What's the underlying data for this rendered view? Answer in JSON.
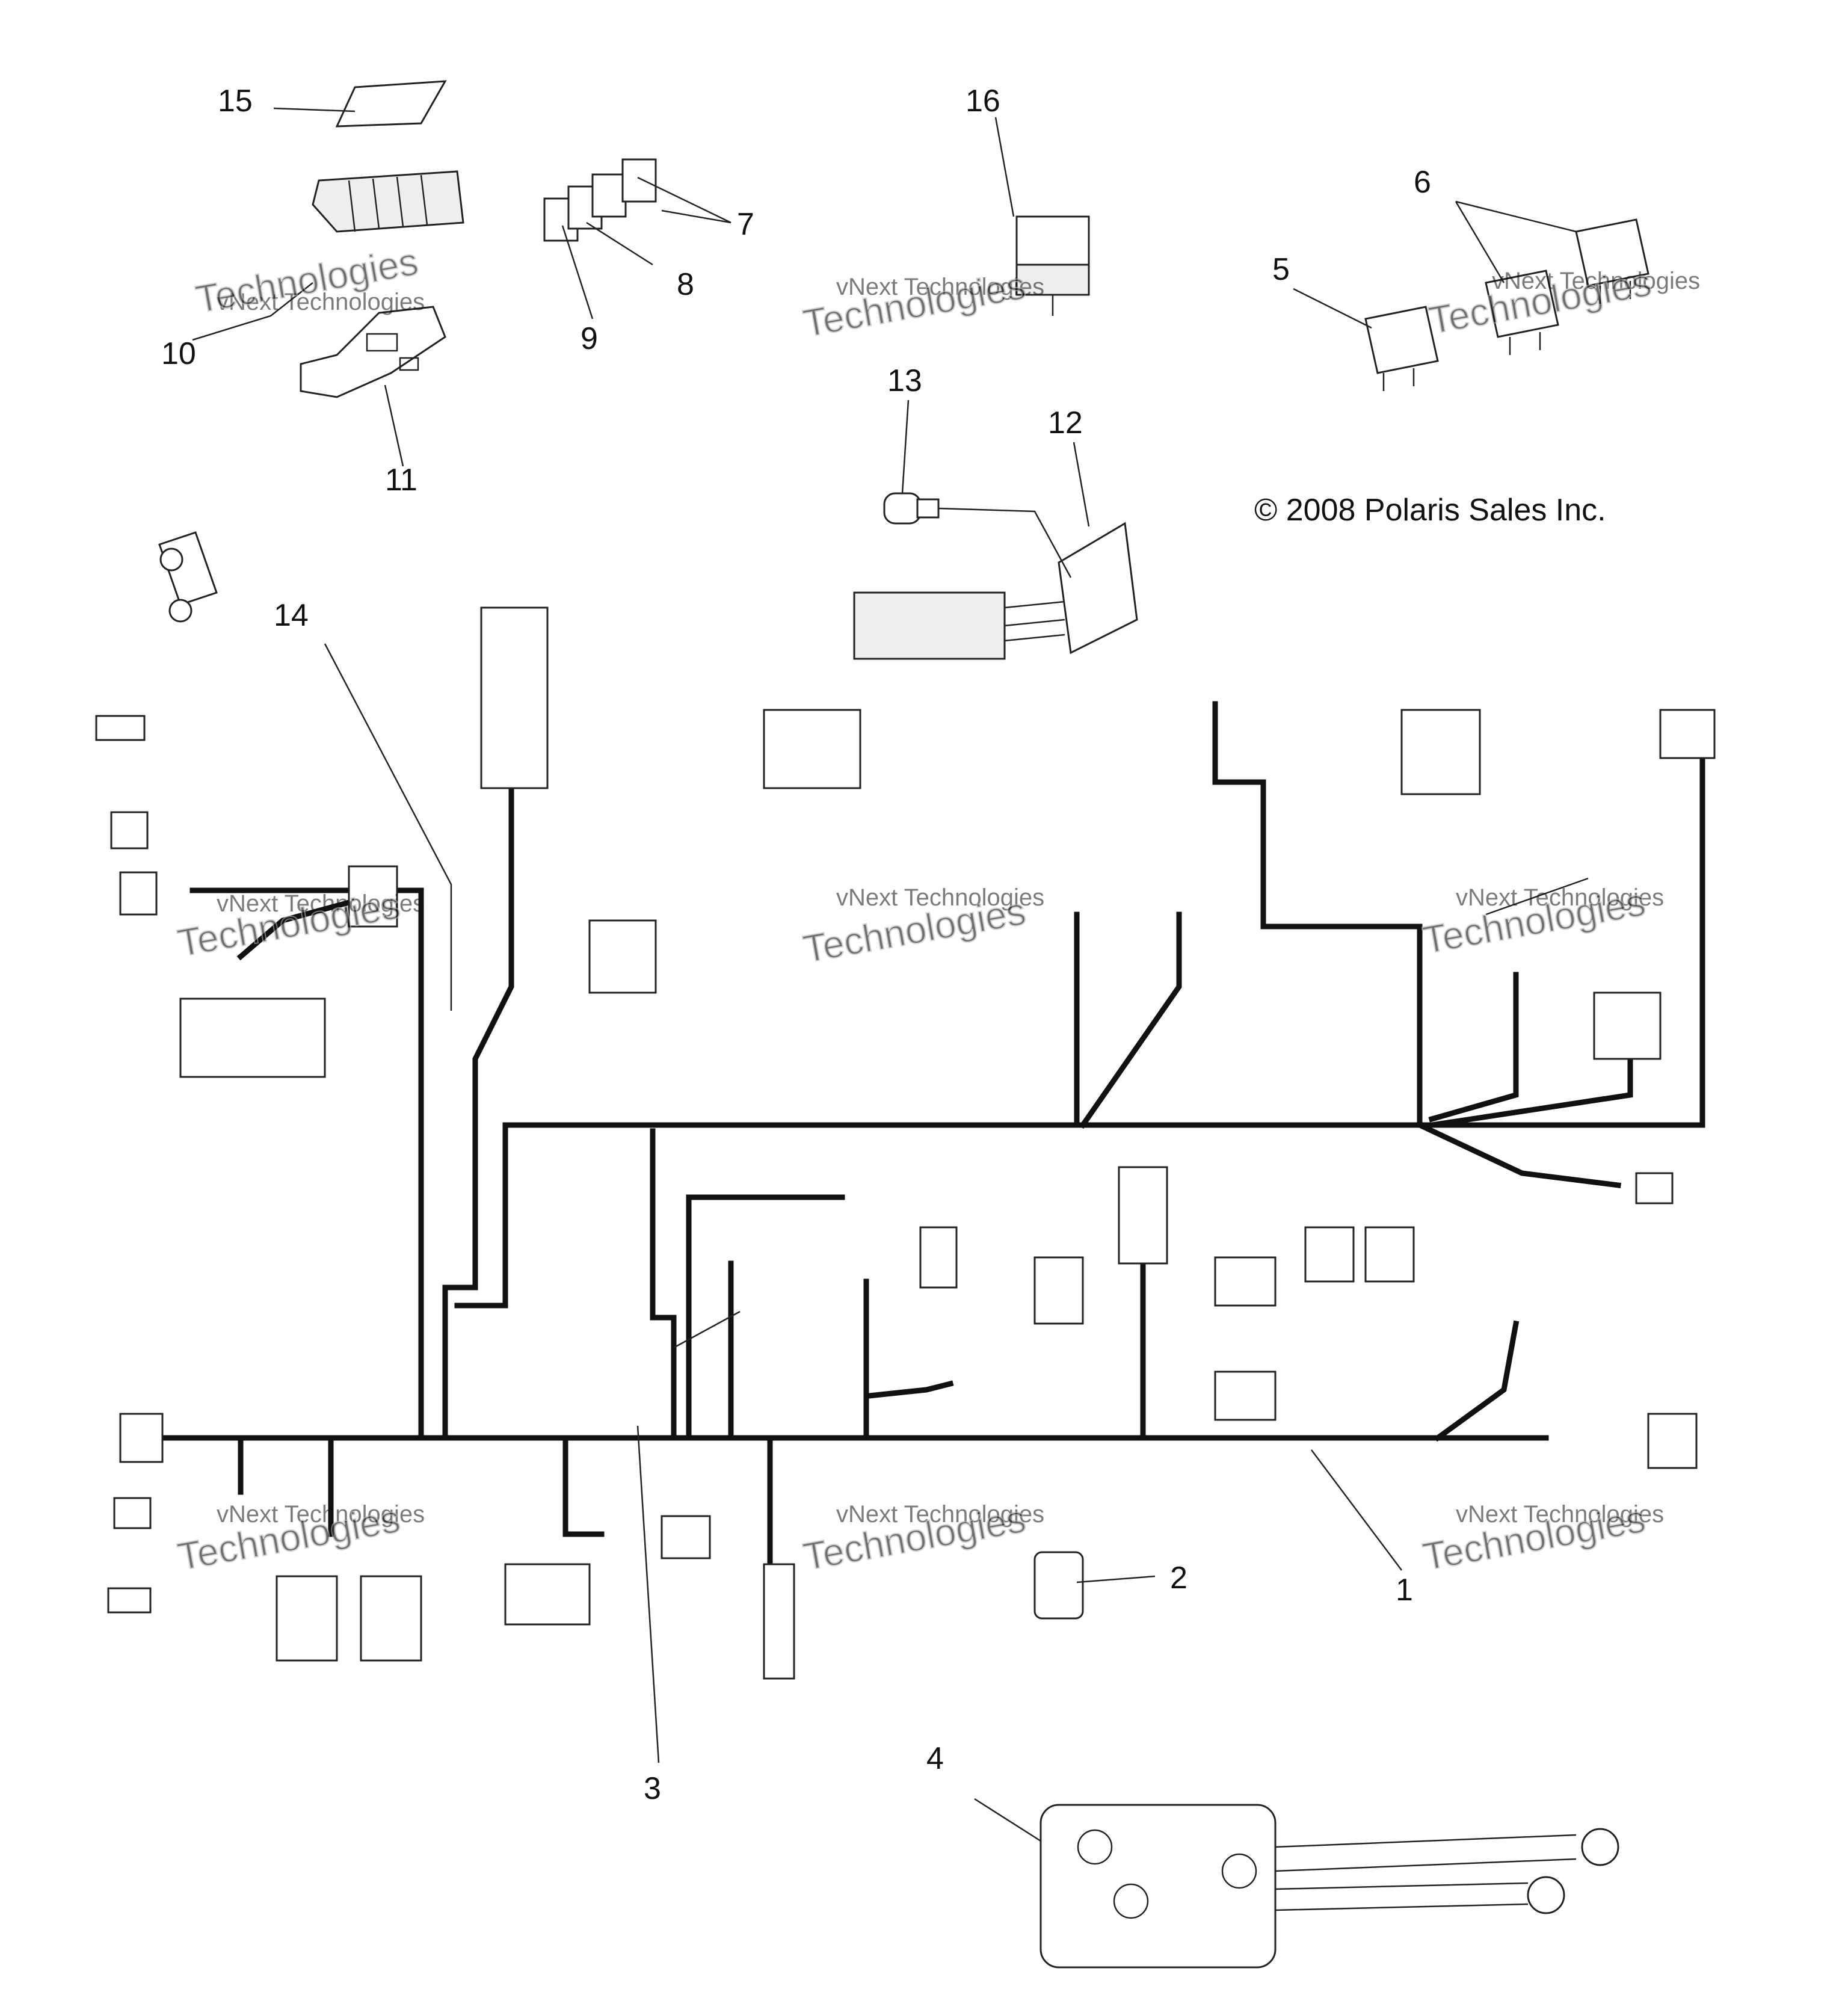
{
  "copyright": "© 2008 Polaris Sales Inc.",
  "watermark": "vNext Technologies",
  "watermark_outline": "Technologies",
  "callouts": [
    {
      "id": "c1",
      "label": "1"
    },
    {
      "id": "c2",
      "label": "2"
    },
    {
      "id": "c3",
      "label": "3"
    },
    {
      "id": "c4",
      "label": "4"
    },
    {
      "id": "c5",
      "label": "5"
    },
    {
      "id": "c6",
      "label": "6"
    },
    {
      "id": "c7",
      "label": "7"
    },
    {
      "id": "c8",
      "label": "8"
    },
    {
      "id": "c9",
      "label": "9"
    },
    {
      "id": "c10",
      "label": "10"
    },
    {
      "id": "c11",
      "label": "11"
    },
    {
      "id": "c12",
      "label": "12"
    },
    {
      "id": "c13",
      "label": "13"
    },
    {
      "id": "c14",
      "label": "14"
    },
    {
      "id": "c15",
      "label": "15"
    },
    {
      "id": "c16",
      "label": "16"
    }
  ]
}
